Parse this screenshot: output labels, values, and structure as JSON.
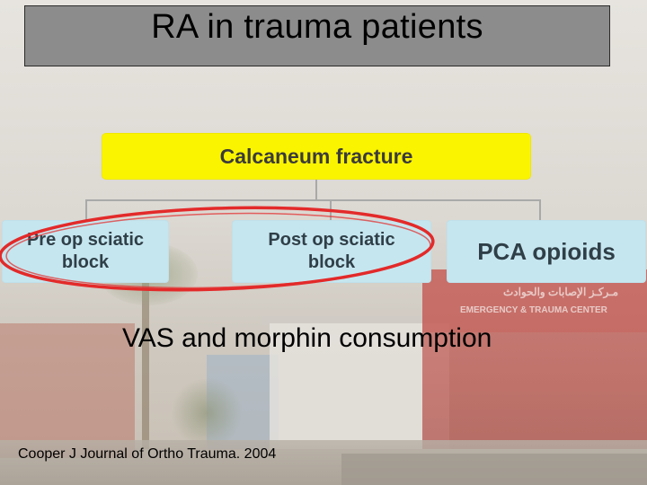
{
  "slide": {
    "title": "RA in trauma patients",
    "subtitle": "VAS and morphin consumption",
    "citation": "Cooper J Journal of Ortho Trauma. 2004"
  },
  "diagram": {
    "root": {
      "label": "Calcaneum fracture"
    },
    "children": [
      {
        "line1": "Pre op sciatic",
        "line2": "block"
      },
      {
        "line1": "Post op sciatic",
        "line2": "block"
      },
      {
        "line1": "PCA opioids"
      }
    ],
    "highlight": "Pre op sciatic block and Post op sciatic block are circled by a red ellipse"
  },
  "background": {
    "sign_arabic": "مـركـز الإصابات والحوادث",
    "sign_english": "EMERGENCY & TRAUMA CENTER"
  },
  "colors": {
    "title_bg": "#8c8c8c",
    "root_box": "#fbf400",
    "child_box": "#c6e6ef",
    "highlight_ellipse": "#e32a2a",
    "connector": "#a9a9a9"
  }
}
